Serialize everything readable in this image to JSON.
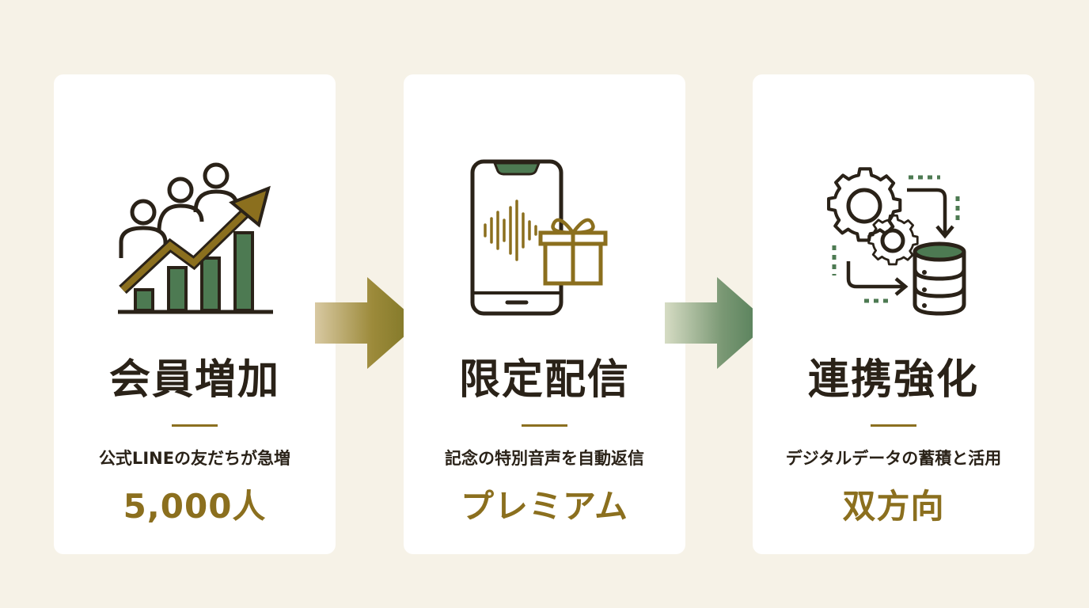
{
  "colors": {
    "background": "#f6f2e7",
    "card": "#ffffff",
    "dark": "#2a2218",
    "gold": "#8b6f1e",
    "green": "#4d7a52"
  },
  "steps": [
    {
      "icon": "growth-chart-people-icon",
      "title": "会員増加",
      "subtitle": "公式LINEの友だちが急増",
      "value": "5,000人"
    },
    {
      "icon": "smartphone-voice-gift-icon",
      "title": "限定配信",
      "subtitle": "記念の特別音声を自動返信",
      "value": "プレミアム"
    },
    {
      "icon": "gears-database-sync-icon",
      "title": "連携強化",
      "subtitle": "デジタルデータの蓄積と活用",
      "value": "双方向"
    }
  ],
  "arrows": [
    {
      "icon": "right-arrow-gold-icon"
    },
    {
      "icon": "right-arrow-green-icon"
    }
  ]
}
